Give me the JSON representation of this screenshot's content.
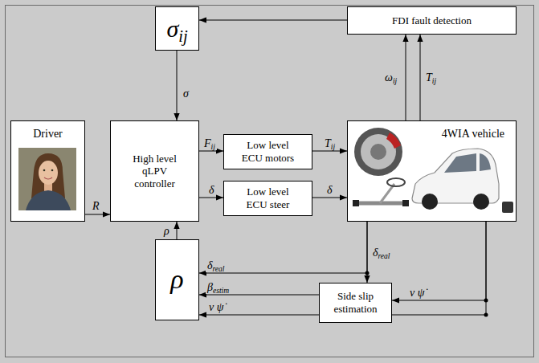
{
  "diagram": {
    "nodes": [
      {
        "text": [
          "σij"
        ]
      },
      {
        "text": [
          "FDI fault detection"
        ]
      },
      {
        "text": [
          "Driver"
        ]
      },
      {
        "text": [
          "High level qLPV controller"
        ]
      },
      {
        "text": [
          "Low level ECU motors"
        ]
      },
      {
        "text": [
          "Low level ECU steer"
        ]
      },
      {
        "text": [
          "4WIA vehicle"
        ]
      },
      {
        "text": [
          "ρ"
        ]
      },
      {
        "text": [
          "Side slip estimation"
        ]
      }
    ],
    "edges": [
      {
        "from": 1,
        "to": 0,
        "arrow": "to"
      },
      {
        "from": 0,
        "to": 3,
        "label": "σ",
        "arrow": "to"
      },
      {
        "from": 2,
        "to": 3,
        "label": "R",
        "arrow": "to"
      },
      {
        "from": 3,
        "to": 4,
        "label": "Fij",
        "arrow": "to"
      },
      {
        "from": 3,
        "to": 5,
        "label": "δ",
        "arrow": "to"
      },
      {
        "from": 4,
        "to": 6,
        "label": "Tij",
        "arrow": "to"
      },
      {
        "from": 5,
        "to": 6,
        "label": "δ",
        "arrow": "to"
      },
      {
        "from": 6,
        "to": 1,
        "label": "ωij",
        "arrow": "to"
      },
      {
        "from": 6,
        "to": 1,
        "label": "Tij",
        "arrow": "to"
      },
      {
        "from": 6,
        "to": 8,
        "label": "δreal",
        "arrow": "to"
      },
      {
        "from": 6,
        "to": 7,
        "label": "δreal",
        "arrow": "to"
      },
      {
        "from": 8,
        "to": 7,
        "label": "βestim",
        "arrow": "to"
      },
      {
        "from": 6,
        "to": 8,
        "label": "v ψ̇",
        "arrow": "to"
      },
      {
        "from": 6,
        "to": 7,
        "label": "v ψ̇",
        "arrow": "to"
      },
      {
        "from": 7,
        "to": 3,
        "label": "ρ",
        "arrow": "to"
      }
    ]
  }
}
